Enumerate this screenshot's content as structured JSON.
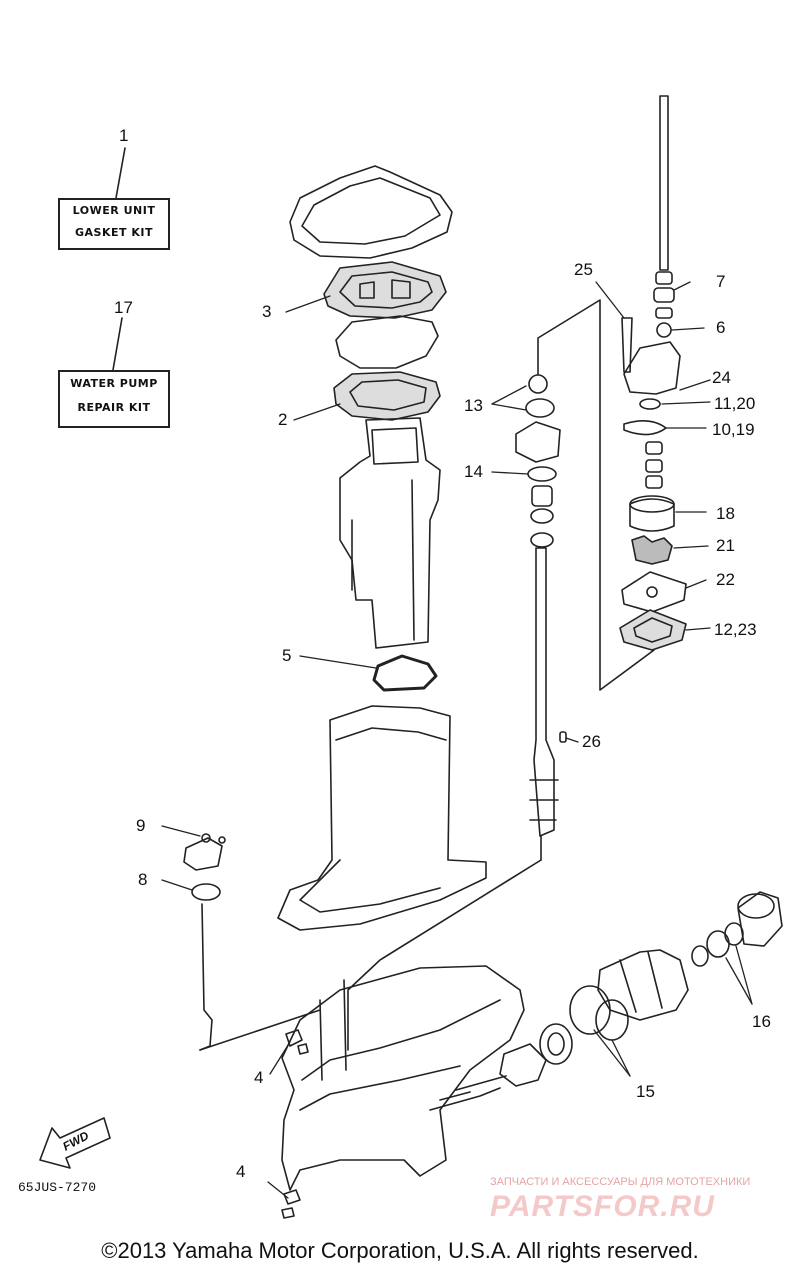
{
  "kits": {
    "lower_unit": {
      "number": "1",
      "line1": "LOWER UNIT",
      "line2": "GASKET KIT"
    },
    "water_pump": {
      "number": "17",
      "line1": "WATER PUMP",
      "line2": "REPAIR KIT"
    }
  },
  "callouts": {
    "c2": "2",
    "c3": "3",
    "c4a": "4",
    "c4b": "4",
    "c5": "5",
    "c6": "6",
    "c7": "7",
    "c8": "8",
    "c9": "9",
    "c10_19": "10,19",
    "c11_20": "11,20",
    "c12_23": "12,23",
    "c13": "13",
    "c14": "14",
    "c15": "15",
    "c16": "16",
    "c18": "18",
    "c21": "21",
    "c22": "22",
    "c24": "24",
    "c25": "25",
    "c26": "26"
  },
  "fwd_label": "FWD",
  "diagram_code": "65JUS-7270",
  "watermark": {
    "tagline": "ЗАПЧАСТИ И АКСЕССУАРЫ ДЛЯ МОТОТЕХНИКИ",
    "logo": "PARTSFOR.RU"
  },
  "copyright": "©2013 Yamaha Motor Corporation, U.S.A. All rights reserved."
}
